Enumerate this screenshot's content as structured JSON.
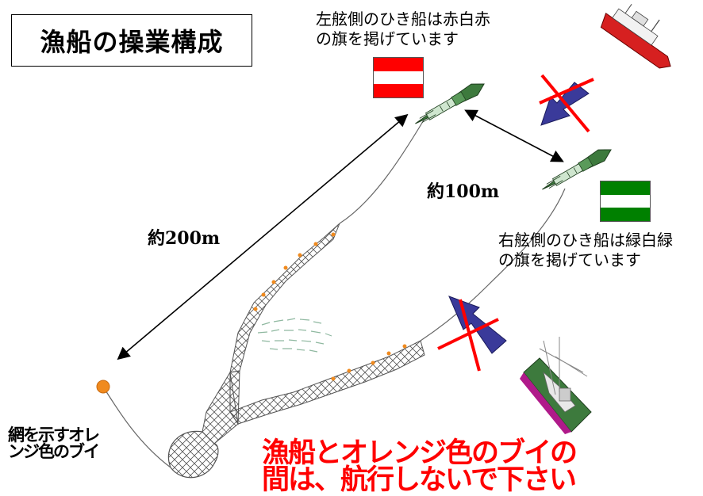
{
  "title": "漁船の操業構成",
  "port_note": [
    "左舷側のひき船は赤白赤",
    "の旗を掲げています"
  ],
  "starboard_note": [
    "右舷側のひき船は緑白緑",
    "の旗を掲げています"
  ],
  "distance_boats": "約100m",
  "distance_net": "約200m",
  "buoy_label": [
    "網を示すオレ",
    "ンジ色のブイ"
  ],
  "warning": [
    "漁船とオレンジ色のブイの",
    "間は、航行しないで下さい"
  ],
  "colors": {
    "port_flag": [
      "#ff0000",
      "#ffffff",
      "#ff0000"
    ],
    "starboard_flag": [
      "#008000",
      "#ffffff",
      "#008000"
    ],
    "warning_text": "#ff0000",
    "buoy": "#f08a1e",
    "prohibition_cross": "#ff0000",
    "approach_arrow": "#3a3a9a",
    "trawler_hull": "#3d7a3d"
  },
  "icons": [
    "fishing-trawler-icon",
    "passing-ship-icon",
    "orange-buoy-icon",
    "prohibited-arrow-icon"
  ]
}
